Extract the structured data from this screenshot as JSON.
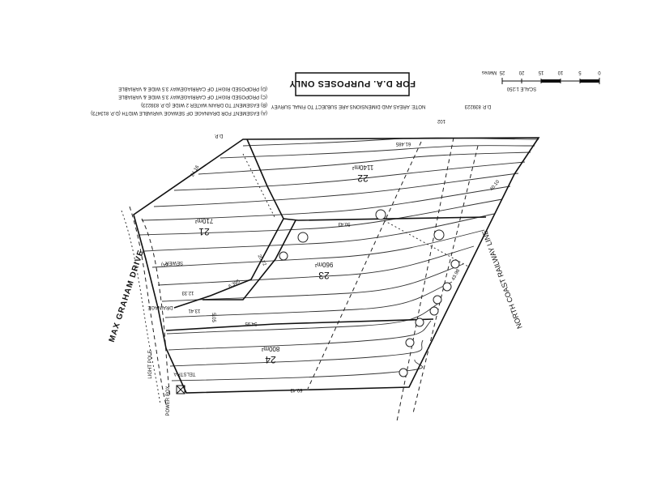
{
  "stamp": "FOR D.A. PURPOSES ONLY",
  "note_text": "NOTE: AREAS AND DIMENSIONS ARE SUBJECT TO FINAL SURVEY",
  "dp_number": "D.P. 839223",
  "dp_label": "D.P.",
  "lot_102": "102",
  "scale_label": "SCALE 1:250",
  "scale_ticks": [
    "0",
    "5",
    "10",
    "15",
    "20",
    "25",
    "Metres"
  ],
  "legend": [
    "(A) EASEMENT FOR DRAINAGE OF SEWAGE VARIABLE WIDTH (D.P. 813473)",
    "(B) EASEMENT TO DRAIN WATER 2 WIDE (D.P. 839223)",
    "(C) PROPOSED RIGHT OF CARRIAGEWAY 3.5 WIDE & VARIABLE",
    "(D) PROPOSED RIGHT OF CARRIAGEWAY 3.5 WIDE & VARIABLE"
  ],
  "lots": [
    {
      "number": "22",
      "area": "1140m²"
    },
    {
      "number": "21",
      "area": "710m²"
    },
    {
      "number": "23",
      "area": "960m²"
    },
    {
      "number": "24",
      "area": "800m²"
    }
  ],
  "road_name": "MAX GRAHAM DRIVE",
  "railway_label": "NORTH COAST RAILWAY LINE",
  "side_labels": {
    "sewer": "SEWER",
    "drainage": "DRAINAGE",
    "light_pole": "LIGHT POLE",
    "power_box": "POWER BOX",
    "telstra": "TELSTRA",
    "marker_a": "(A)"
  },
  "dimensions": [
    "61.485",
    "50.43",
    "60.43",
    "54.95",
    "12.33",
    "13.41",
    "40.10",
    "43.98",
    "24.16",
    "20.72",
    "6.395",
    "5.05"
  ]
}
